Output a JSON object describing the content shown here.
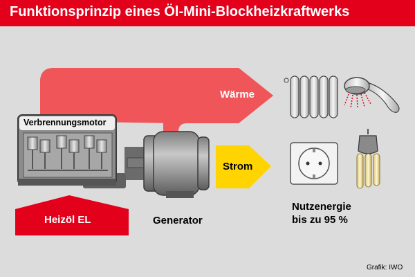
{
  "title": "Funktionsprinzip eines Öl-Mini-Blockheizkraftwerks",
  "labels": {
    "heat": "Wärme",
    "power": "Strom",
    "engine": "Verbrennungsmotor",
    "fuel": "Heizöl EL",
    "generator": "Generator",
    "useful_energy_line1": "Nutzenergie",
    "useful_energy_line2": "bis zu 95 %"
  },
  "credit": "Grafik: IWO",
  "colors": {
    "brand_red": "#e3001b",
    "heat_flow": "#f0555a",
    "power_arrow": "#ffd400",
    "background": "#dcdcdc"
  },
  "icons": [
    "radiator-icon",
    "shower-head-icon",
    "power-socket-icon",
    "energy-saving-bulb-icon"
  ]
}
